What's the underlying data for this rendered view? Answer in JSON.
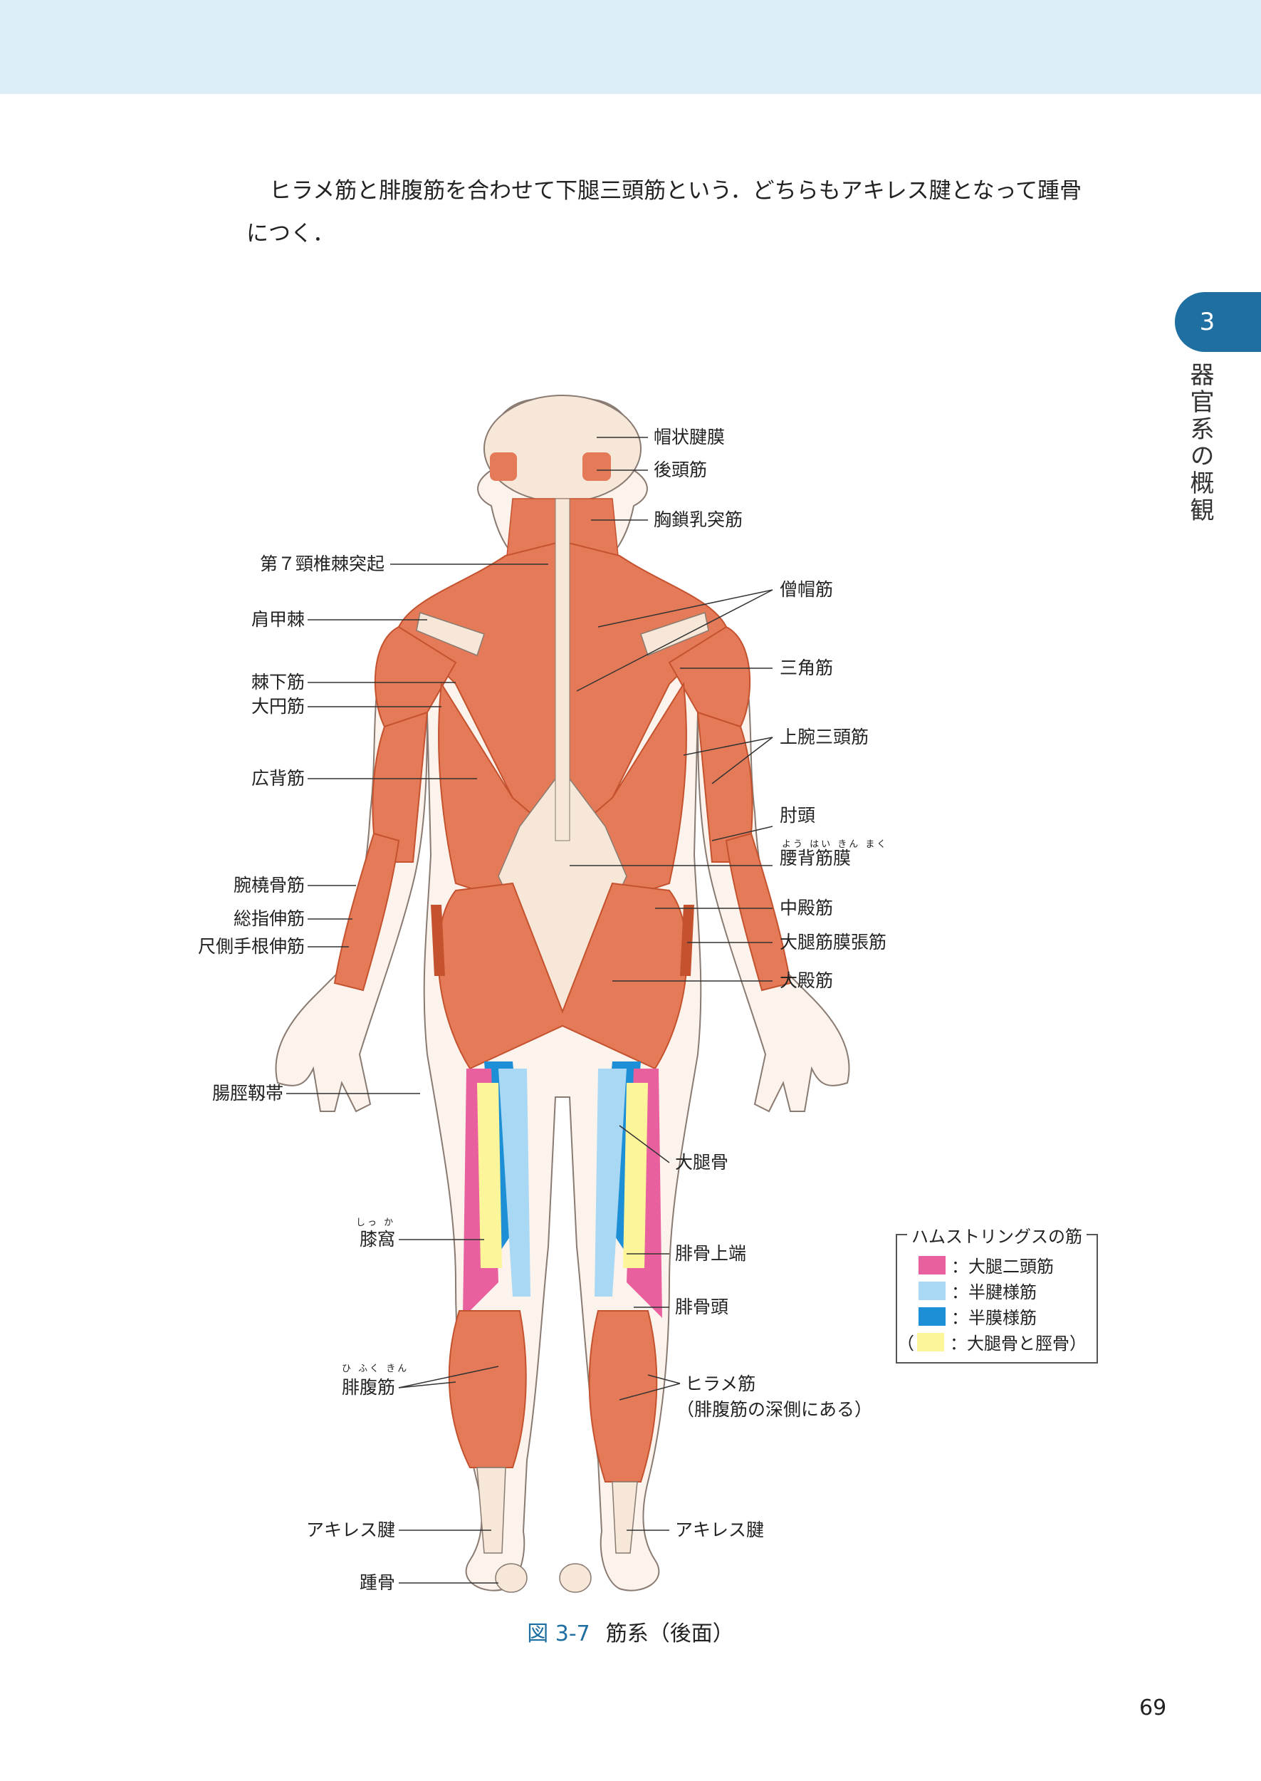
{
  "paragraph": {
    "line1": "ヒラメ筋と腓腹筋を合わせて下腿三頭筋という．どちらもアキレス腱となって踵骨",
    "line2": "につく．"
  },
  "chapter": {
    "number": "3",
    "title": "器官系の概観"
  },
  "labels_left": {
    "c7": "第７頸椎棘突起",
    "scapular_spine": "肩甲棘",
    "infraspinatus": "棘下筋",
    "teres_major": "大円筋",
    "latissimus": "広背筋",
    "brachioradialis": "腕橈骨筋",
    "ext_digitorum": "総指伸筋",
    "ext_carpi_ulnaris": "尺側手根伸筋",
    "it_band": "腸脛靱帯",
    "popliteal": "膝窩",
    "popliteal_ruby": "しっ か",
    "gastrocnemius": "腓腹筋",
    "gastrocnemius_ruby": "ひ ふく きん",
    "achilles": "アキレス腱",
    "calcaneus": "踵骨"
  },
  "labels_right": {
    "galea": "帽状腱膜",
    "occipitalis": "後頭筋",
    "scm": "胸鎖乳突筋",
    "trapezius": "僧帽筋",
    "deltoid": "三角筋",
    "triceps": "上腕三頭筋",
    "olecranon": "肘頭",
    "thoracolumbar": "腰背筋膜",
    "thoracolumbar_ruby": "よう はい きん まく",
    "glut_med": "中殿筋",
    "tfl": "大腿筋膜張筋",
    "glut_max": "大殿筋",
    "femur": "大腿骨",
    "fibula_upper": "腓骨上端",
    "fibula_head": "腓骨頭",
    "soleus": "ヒラメ筋",
    "soleus_note": "（腓腹筋の深側にある）",
    "achilles": "アキレス腱"
  },
  "legend": {
    "title": "ハムストリングスの筋",
    "items": [
      {
        "label": "：大腿二頭筋",
        "color": "#e8609d"
      },
      {
        "label": "：半腱様筋",
        "color": "#a8d8f4"
      },
      {
        "label": "：半膜様筋",
        "color": "#1d8fd6"
      },
      {
        "label": "：大腿骨と脛骨）",
        "color": "#fdf59a",
        "open": "（"
      }
    ]
  },
  "caption": {
    "number": "図 3-7",
    "text": "筋系（後面）"
  },
  "page_number": "69",
  "colors": {
    "muscle": "#e47a58",
    "muscle_dark": "#c5522f",
    "tendon": "#f6e7d8",
    "skin_outline": "#8a7b72",
    "accent": "#1f6fa3"
  }
}
